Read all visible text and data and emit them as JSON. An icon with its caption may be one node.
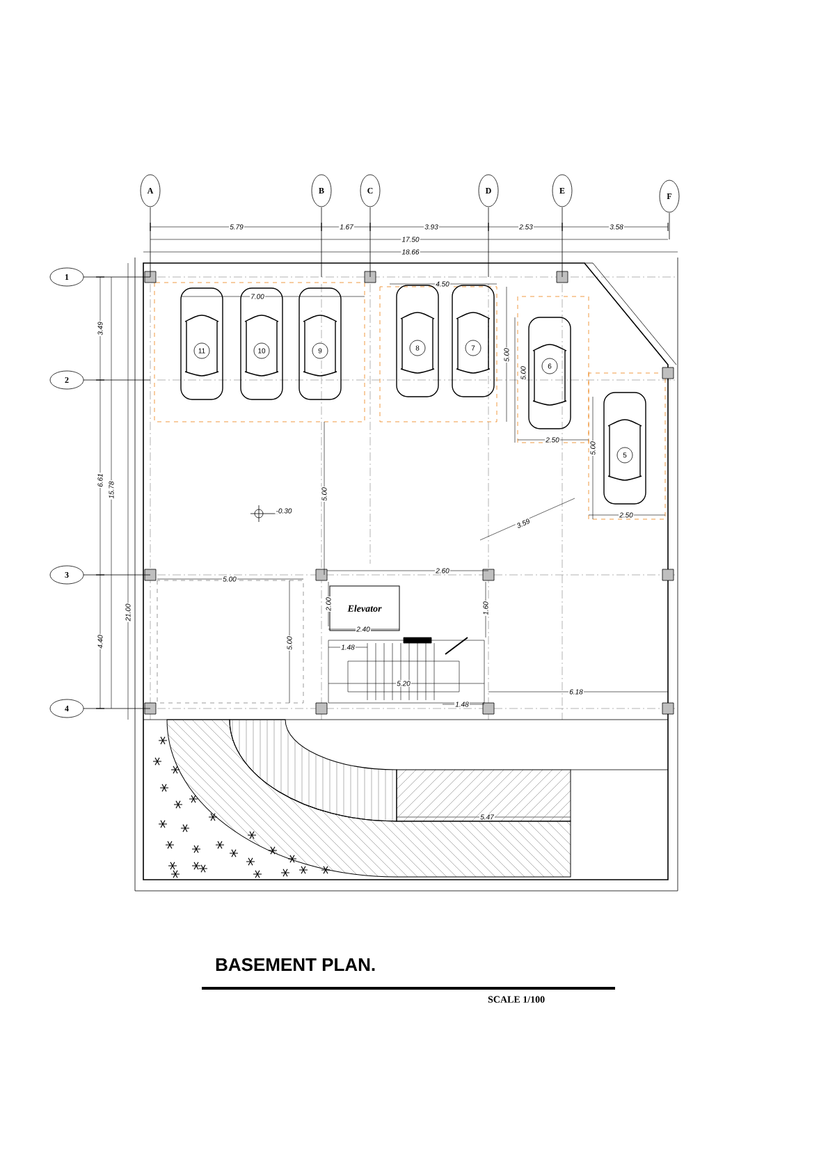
{
  "diagram": {
    "title": "BASEMENT PLAN.",
    "caption": "SCALE 1/100",
    "nodes": [
      {
        "text": [
          "A"
        ]
      },
      {
        "text": [
          "B"
        ]
      },
      {
        "text": [
          "C"
        ]
      },
      {
        "text": [
          "D"
        ]
      },
      {
        "text": [
          "E"
        ]
      },
      {
        "text": [
          "F"
        ]
      },
      {
        "text": [
          "1"
        ]
      },
      {
        "text": [
          "2"
        ]
      },
      {
        "text": [
          "3"
        ]
      },
      {
        "text": [
          "4"
        ]
      },
      {
        "text": [
          "11"
        ]
      },
      {
        "text": [
          "10"
        ]
      },
      {
        "text": [
          "9"
        ]
      },
      {
        "text": [
          "8"
        ]
      },
      {
        "text": [
          "7"
        ]
      },
      {
        "text": [
          "6"
        ]
      },
      {
        "text": [
          "5"
        ]
      },
      {
        "text": [
          "Elevator"
        ]
      }
    ],
    "edges": [],
    "labels": [
      "5.79",
      "1.67",
      "3.93",
      "2.53",
      "3.58",
      "17.50",
      "18.66",
      "4.50",
      "7.00",
      "3.49",
      "5.00",
      "5.00",
      "2.50",
      "5.00",
      "2.50",
      "6.61",
      "15.78",
      "5.00",
      "-0.30",
      "3.59",
      "21.00",
      "2.60",
      "5.00",
      "2.00",
      "1.60",
      "2.40",
      "5.00",
      "1.48",
      "5.20",
      "1.48",
      "6.18",
      "4.40",
      "5.47"
    ]
  }
}
